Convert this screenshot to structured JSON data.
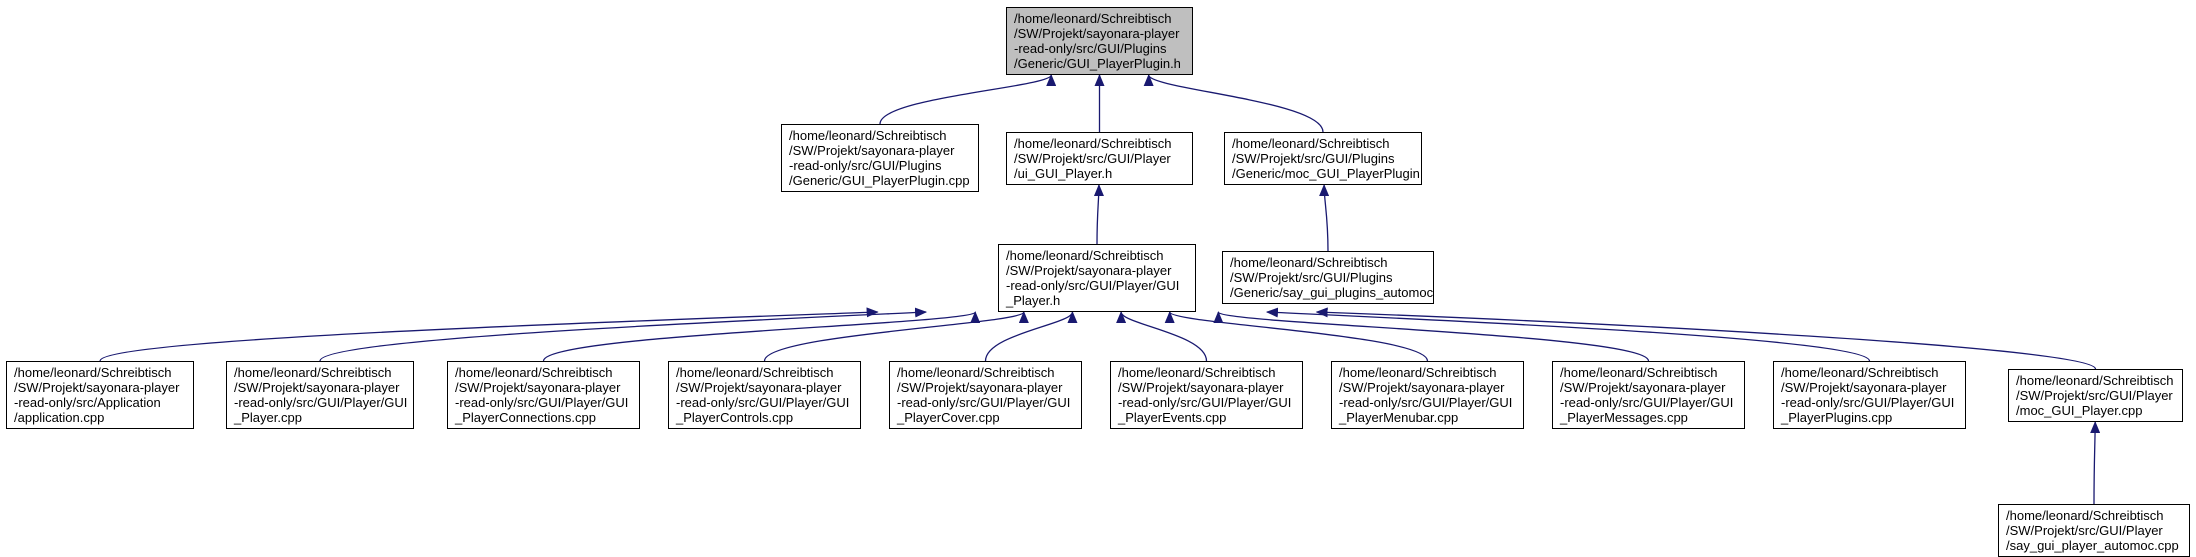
{
  "diagram": {
    "root_fill": "#bfbfbf",
    "edge_color": "#191970",
    "nodes": [
      {
        "id": "root",
        "lines": [
          "/home/leonard/Schreibtisch",
          "/SW/Projekt/sayonara-player",
          "-read-only/src/GUI/Plugins",
          "/Generic/GUI_PlayerPlugin.h"
        ]
      },
      {
        "id": "n_playerplugin_cpp",
        "lines": [
          "/home/leonard/Schreibtisch",
          "/SW/Projekt/sayonara-player",
          "-read-only/src/GUI/Plugins",
          "/Generic/GUI_PlayerPlugin.cpp"
        ]
      },
      {
        "id": "n_ui_gui_player_h",
        "lines": [
          "/home/leonard/Schreibtisch",
          "/SW/Projekt/src/GUI/Player",
          "/ui_GUI_Player.h"
        ]
      },
      {
        "id": "n_moc_playerplugin_cpp",
        "lines": [
          "/home/leonard/Schreibtisch",
          "/SW/Projekt/src/GUI/Plugins",
          "/Generic/moc_GUI_PlayerPlugin.cpp"
        ]
      },
      {
        "id": "n_gui_player_h",
        "lines": [
          "/home/leonard/Schreibtisch",
          "/SW/Projekt/sayonara-player",
          "-read-only/src/GUI/Player/GUI",
          "_Player.h"
        ]
      },
      {
        "id": "n_plugins_automoc_cpp",
        "lines": [
          "/home/leonard/Schreibtisch",
          "/SW/Projekt/src/GUI/Plugins",
          "/Generic/say_gui_plugins_automoc.cpp"
        ]
      },
      {
        "id": "n_application_cpp",
        "lines": [
          "/home/leonard/Schreibtisch",
          "/SW/Projekt/sayonara-player",
          "-read-only/src/Application",
          "/application.cpp"
        ]
      },
      {
        "id": "n_gui_player_cpp",
        "lines": [
          "/home/leonard/Schreibtisch",
          "/SW/Projekt/sayonara-player",
          "-read-only/src/GUI/Player/GUI",
          "_Player.cpp"
        ]
      },
      {
        "id": "n_connections_cpp",
        "lines": [
          "/home/leonard/Schreibtisch",
          "/SW/Projekt/sayonara-player",
          "-read-only/src/GUI/Player/GUI",
          "_PlayerConnections.cpp"
        ]
      },
      {
        "id": "n_controls_cpp",
        "lines": [
          "/home/leonard/Schreibtisch",
          "/SW/Projekt/sayonara-player",
          "-read-only/src/GUI/Player/GUI",
          "_PlayerControls.cpp"
        ]
      },
      {
        "id": "n_cover_cpp",
        "lines": [
          "/home/leonard/Schreibtisch",
          "/SW/Projekt/sayonara-player",
          "-read-only/src/GUI/Player/GUI",
          "_PlayerCover.cpp"
        ]
      },
      {
        "id": "n_events_cpp",
        "lines": [
          "/home/leonard/Schreibtisch",
          "/SW/Projekt/sayonara-player",
          "-read-only/src/GUI/Player/GUI",
          "_PlayerEvents.cpp"
        ]
      },
      {
        "id": "n_menubar_cpp",
        "lines": [
          "/home/leonard/Schreibtisch",
          "/SW/Projekt/sayonara-player",
          "-read-only/src/GUI/Player/GUI",
          "_PlayerMenubar.cpp"
        ]
      },
      {
        "id": "n_messages_cpp",
        "lines": [
          "/home/leonard/Schreibtisch",
          "/SW/Projekt/sayonara-player",
          "-read-only/src/GUI/Player/GUI",
          "_PlayerMessages.cpp"
        ]
      },
      {
        "id": "n_plugins_cpp",
        "lines": [
          "/home/leonard/Schreibtisch",
          "/SW/Projekt/sayonara-player",
          "-read-only/src/GUI/Player/GUI",
          "_PlayerPlugins.cpp"
        ]
      },
      {
        "id": "n_moc_gui_player_cpp",
        "lines": [
          "/home/leonard/Schreibtisch",
          "/SW/Projekt/src/GUI/Player",
          "/moc_GUI_Player.cpp"
        ]
      },
      {
        "id": "n_player_automoc_cpp",
        "lines": [
          "/home/leonard/Schreibtisch",
          "/SW/Projekt/src/GUI/Player",
          "/say_gui_player_automoc.cpp"
        ]
      }
    ],
    "edges": [
      {
        "from": "n_playerplugin_cpp",
        "to": "root"
      },
      {
        "from": "n_ui_gui_player_h",
        "to": "root"
      },
      {
        "from": "n_moc_playerplugin_cpp",
        "to": "root"
      },
      {
        "from": "n_gui_player_h",
        "to": "n_ui_gui_player_h"
      },
      {
        "from": "n_plugins_automoc_cpp",
        "to": "n_moc_playerplugin_cpp"
      },
      {
        "from": "n_application_cpp",
        "to": "n_gui_player_h"
      },
      {
        "from": "n_gui_player_cpp",
        "to": "n_gui_player_h"
      },
      {
        "from": "n_connections_cpp",
        "to": "n_gui_player_h"
      },
      {
        "from": "n_controls_cpp",
        "to": "n_gui_player_h"
      },
      {
        "from": "n_cover_cpp",
        "to": "n_gui_player_h"
      },
      {
        "from": "n_events_cpp",
        "to": "n_gui_player_h"
      },
      {
        "from": "n_menubar_cpp",
        "to": "n_gui_player_h"
      },
      {
        "from": "n_messages_cpp",
        "to": "n_gui_player_h"
      },
      {
        "from": "n_plugins_cpp",
        "to": "n_gui_player_h"
      },
      {
        "from": "n_moc_gui_player_cpp",
        "to": "n_gui_player_h"
      },
      {
        "from": "n_player_automoc_cpp",
        "to": "n_moc_gui_player_cpp"
      }
    ]
  }
}
